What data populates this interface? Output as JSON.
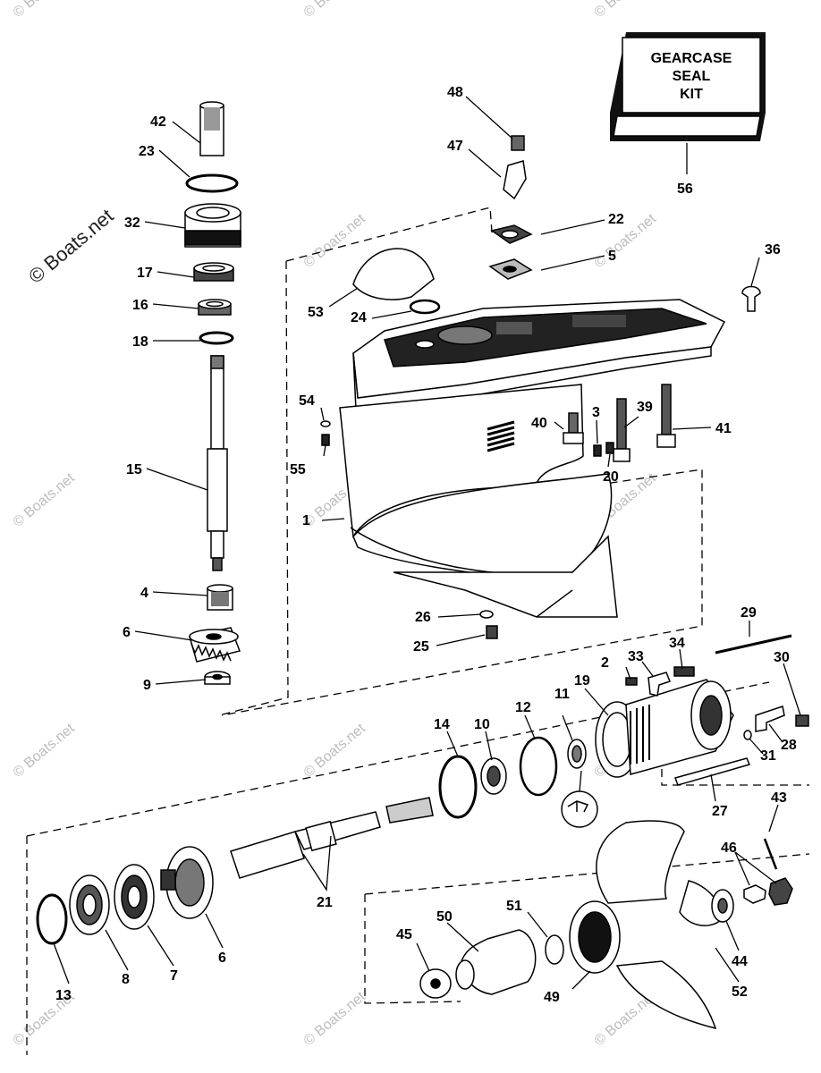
{
  "watermark": "© Boats.net",
  "kit_box": {
    "line1": "GEARCASE",
    "line2": "SEAL",
    "line3": "KIT"
  },
  "callouts": {
    "c1": "1",
    "c2": "2",
    "c3": "3",
    "c4": "4",
    "c5": "5",
    "c6a": "6",
    "c6b": "6",
    "c7": "7",
    "c8": "8",
    "c9": "9",
    "c10": "10",
    "c11": "11",
    "c12": "12",
    "c13": "13",
    "c14": "14",
    "c15": "15",
    "c16": "16",
    "c17": "17",
    "c18": "18",
    "c19": "19",
    "c20": "20",
    "c21": "21",
    "c22": "22",
    "c23": "23",
    "c24": "24",
    "c25": "25",
    "c26": "26",
    "c27": "27",
    "c28": "28",
    "c29": "29",
    "c30": "30",
    "c31": "31",
    "c32": "32",
    "c33": "33",
    "c34": "34",
    "c36": "36",
    "c39": "39",
    "c40": "40",
    "c41": "41",
    "c42": "42",
    "c43": "43",
    "c44": "44",
    "c45": "45",
    "c46": "46",
    "c47": "47",
    "c48": "48",
    "c49": "49",
    "c50": "50",
    "c51": "51",
    "c52": "52",
    "c53": "53",
    "c54": "54",
    "c55": "55",
    "c56": "56"
  }
}
